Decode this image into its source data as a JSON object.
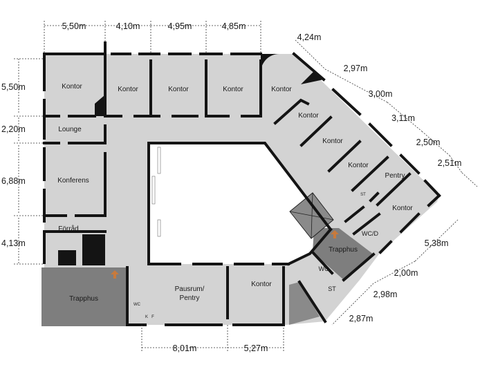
{
  "rooms": {
    "kontor_a": "Kontor",
    "kontor_b": "Kontor",
    "kontor_c": "Kontor",
    "kontor_d": "Kontor",
    "kontor_e": "Kontor",
    "kontor_f": "Kontor",
    "kontor_g": "Kontor",
    "kontor_h": "Kontor",
    "kontor_i": "Kontor",
    "kontor_j": "Kontor",
    "lounge": "Lounge",
    "konferens": "Konferens",
    "forrad": "Förråd",
    "trapphus_left": "Trapphus",
    "trapphus_right": "Trapphus",
    "pausrum_line1": "Pausrum/",
    "pausrum_line2": "Pentry",
    "pentry": "Pentry",
    "wcd": "WC/D",
    "wc_right": "WC",
    "st_right": "ST",
    "st_small": "ST",
    "wc_small": "WC",
    "k_mark": "K",
    "f_mark": "F"
  },
  "dimensions": {
    "top_1": "5,50m",
    "top_2": "4,10m",
    "top_3": "4,95m",
    "top_4": "4,85m",
    "diag_1": "4,24m",
    "diag_2": "2,97m",
    "diag_3": "3,00m",
    "diag_4": "3,11m",
    "diag_5": "2,50m",
    "diag_6": "2,51m",
    "diag_7": "5,38m",
    "diag_8": "2,00m",
    "diag_9": "2,98m",
    "diag_10": "2,87m",
    "left_1": "5,50m",
    "left_2": "2,20m",
    "left_3": "6,88m",
    "left_4": "4,13m",
    "bottom_1": "8,01m",
    "bottom_2": "5,27m"
  },
  "colors": {
    "floor": "#d3d3d3",
    "wall": "#141414",
    "stair": "#7e7e7e",
    "stair_dark": "#8a8a8a",
    "courtyard": "#ffffff",
    "arrow": "#c87a3c",
    "dim_line": "#333333"
  }
}
